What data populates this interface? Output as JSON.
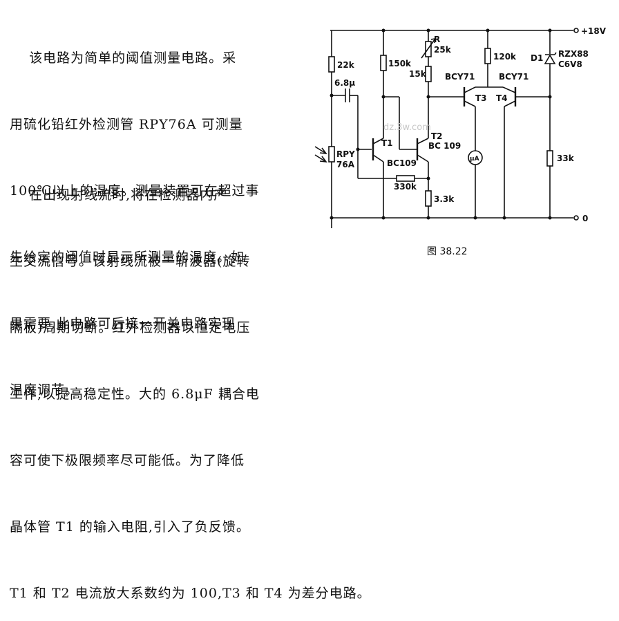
{
  "paragraph1": [
    "    该电路为简单的阈值测量电路。采",
    "用硫化铅红外检测管 RPY76A 可测量",
    "100℃以上的温度。测量装置可在超过事",
    "先给定的阈值时显示所测量的温度。如",
    "果需要,此电路可后接一开关电路实现",
    "温度调节。"
  ],
  "paragraph2": [
    "    在出现射线流时,将在检测器内产",
    "生交流信号。该射线流被一斩波器(旋转",
    "隔板)周期切断。红外检测器以恒定电压",
    "工作,以提高稳定性。大的 6.8μF 耦合电",
    "容可使下极限频率尽可能低。为了降低",
    "晶体管 T1 的输入电阻,引入了负反馈。",
    "T1 和 T2 电流放大系数约为 100,T3 和 T4 为差分电路。"
  ],
  "circuit": {
    "supply_label": "+18V",
    "ground_label": "0",
    "labels": {
      "r22k": "22k",
      "c68": "6.8μ",
      "rpy1": "RPY",
      "rpy2": "76A",
      "r150k": "150k",
      "t1": "T1",
      "bc109a": "BC109",
      "t2": "T2",
      "bc109b": "BC 109",
      "r330k": "330k",
      "r33k_small": "3.3k",
      "pot_r": "R",
      "pot_25k": "25k",
      "r15k": "15k",
      "bcy71a": "BCY71",
      "t3": "T3",
      "r120k": "120k",
      "t4": "T4",
      "bcy71b": "BCY71",
      "meter": "μA",
      "d1": "D1",
      "rzx88": "RZX88",
      "c6v8": "C6V8",
      "r33k": "33k"
    },
    "caption": "图 38.22",
    "watermark": "dz.3w.com"
  }
}
